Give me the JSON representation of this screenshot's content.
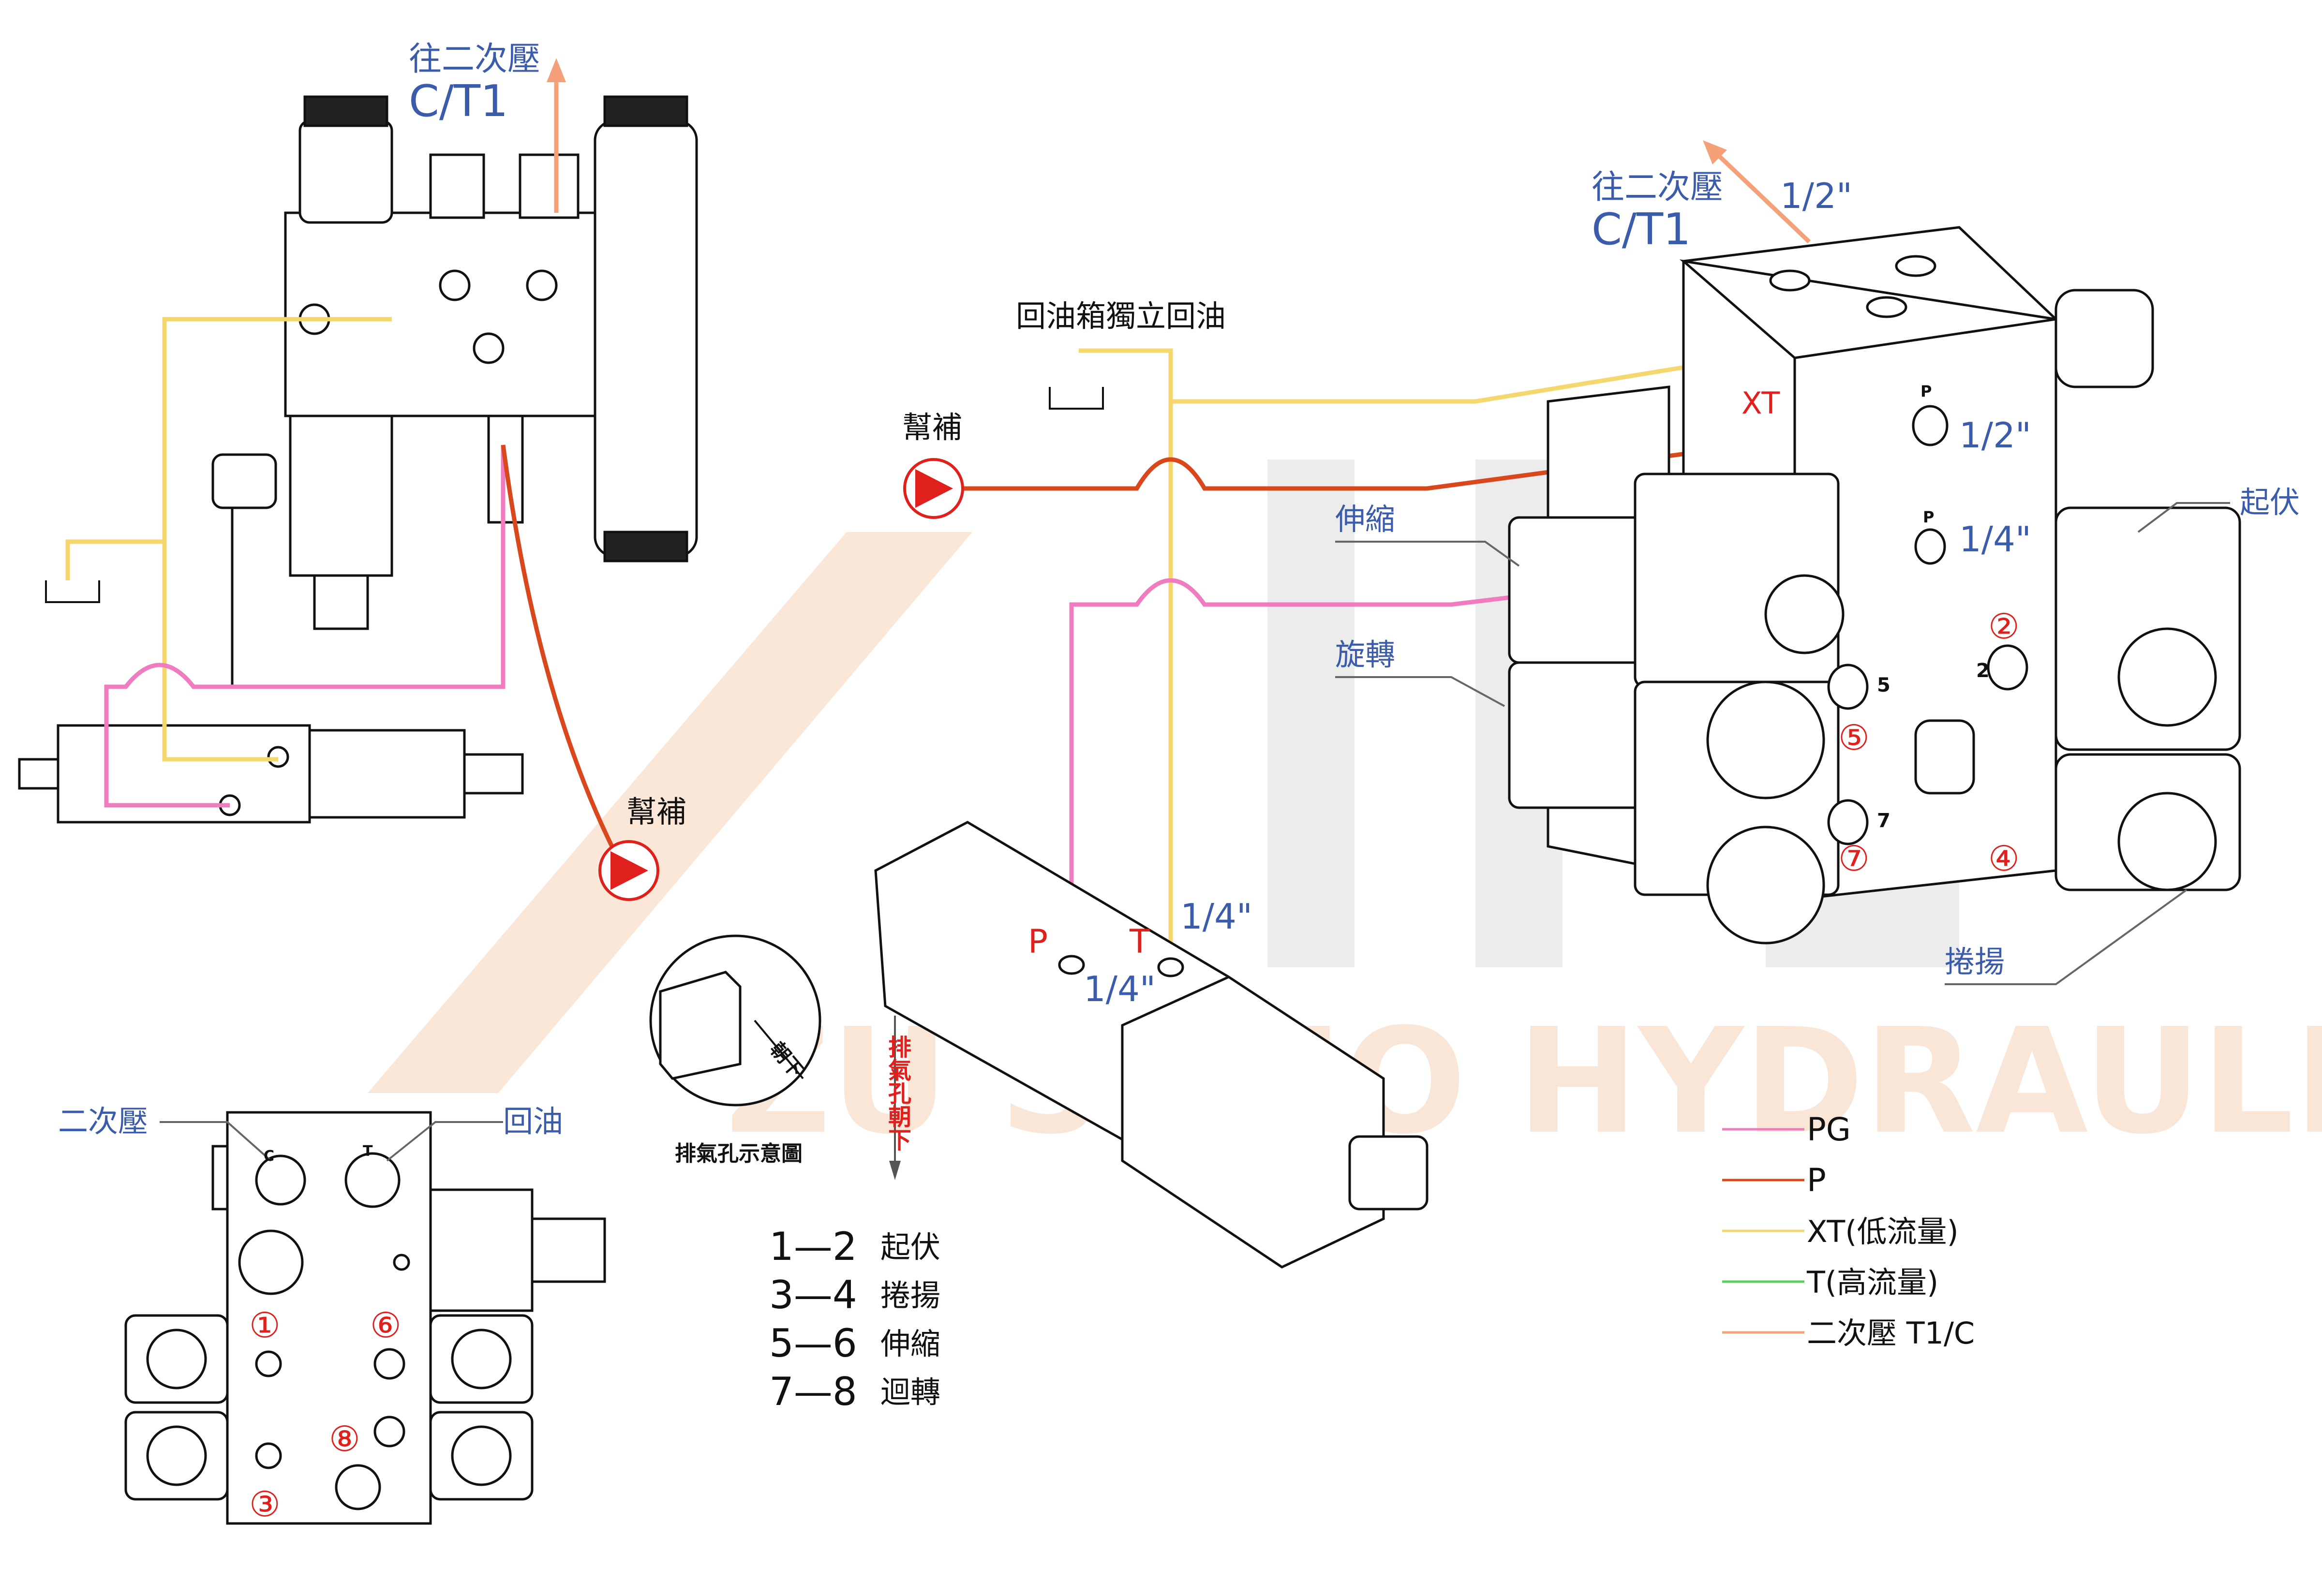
{
  "labels": {
    "secondary_pressure_to_top_left": "往二次壓",
    "ct1_top_left": "C/T1",
    "secondary_pressure_to_top_right": "往二次壓",
    "ct1_top_right": "C/T1",
    "size_half_top": "1/2\"",
    "return_tank": "回油箱獨立回油",
    "pump_left": "幫補",
    "pump_mid": "幫補",
    "xt": "XT",
    "p_port_top": "P",
    "p_port_top_size": "1/2\"",
    "p_port_mid": "P",
    "p_port_mid_size": "1/4\"",
    "telescoping": "伸縮",
    "rotation": "旋轉",
    "luffing": "起伏",
    "hoisting": "捲揚",
    "p_valve": "P",
    "t_valve": "T",
    "size_quarter_a": "1/4\"",
    "size_quarter_b": "1/4\"",
    "vent_down": "排氣孔朝下",
    "vent_diagram_caption": "排氣孔示意圖",
    "vent_diagram_arrow": "朝下",
    "secondary_pressure_bottom": "二次壓",
    "return_oil_bottom": "回油",
    "port_c": "C",
    "port_t": "T",
    "port_c_mark": "⑤",
    "port_t_mark": "⑦",
    "port_2_num": "2",
    "port_5_num": "5",
    "port_7_num": "7"
  },
  "circled_numbers": {
    "right_2": "②",
    "right_5": "⑤",
    "right_7": "⑦",
    "right_4": "④",
    "bottom_1": "①",
    "bottom_6": "⑥",
    "bottom_8": "⑧",
    "bottom_3": "③"
  },
  "port_mapping": [
    {
      "pair": "1—2",
      "function": "起伏"
    },
    {
      "pair": "3—4",
      "function": "捲揚"
    },
    {
      "pair": "5—6",
      "function": "伸縮"
    },
    {
      "pair": "7—8",
      "function": "迴轉"
    }
  ],
  "legend": [
    {
      "label": "PG",
      "color": "#f07cc0"
    },
    {
      "label": "P",
      "color": "#d9471c"
    },
    {
      "label": "XT(低流量)",
      "color": "#f5d76e"
    },
    {
      "label": "T(高流量)",
      "color": "#5ccc5c"
    },
    {
      "label": "二次壓  T1/C",
      "color": "#f4a17a"
    }
  ],
  "watermark": "ZU SHUO HYDRAULICS",
  "colors": {
    "pg_line": "#f07cc0",
    "p_line": "#d9471c",
    "xt_line": "#f5d76e",
    "t_line": "#5ccc5c",
    "secondary_line": "#f4a17a",
    "label_blue": "#3b5bab",
    "label_red": "#e0201c"
  }
}
